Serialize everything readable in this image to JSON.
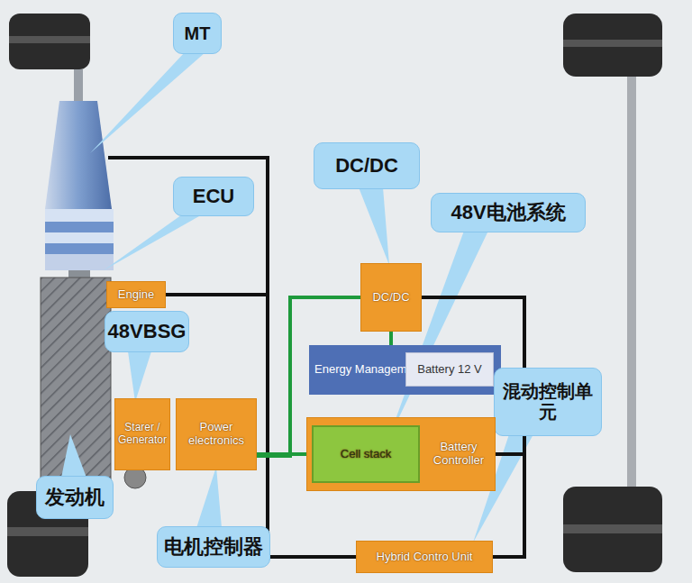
{
  "diagram": {
    "nodes": [
      {
        "text": [
          "MT"
        ]
      },
      {
        "text": [
          "ECU"
        ]
      },
      {
        "text": [
          "DC/DC"
        ]
      },
      {
        "text": [
          "48V电池系统"
        ]
      },
      {
        "text": [
          "DC/DC"
        ]
      },
      {
        "text": [
          "Engine"
        ]
      },
      {
        "text": [
          "48VBSG"
        ]
      },
      {
        "text": [
          "Energy Management"
        ]
      },
      {
        "text": [
          "Battery 12 V"
        ],
        "in": 7
      },
      {
        "text": [
          "混动控制单元"
        ]
      },
      {
        "text": [
          "Starer / Generator"
        ]
      },
      {
        "text": [
          "Power electronics"
        ]
      },
      {
        "text": [
          "Battery Controller"
        ]
      },
      {
        "text": [
          "Cell stack"
        ],
        "in": 12
      },
      {
        "text": [
          "发动机"
        ]
      },
      {
        "text": [
          "电机控制器"
        ]
      },
      {
        "text": [
          "Hybrid Contro Unit"
        ]
      }
    ],
    "edges": [
      {
        "from": 5,
        "to": 16,
        "arrow": "none"
      },
      {
        "from": 4,
        "to": 16,
        "arrow": "none"
      },
      {
        "from": 12,
        "to": 16,
        "arrow": "none"
      },
      {
        "from": 11,
        "to": 13,
        "arrow": "none"
      },
      {
        "from": 11,
        "to": 4,
        "arrow": "none"
      },
      {
        "from": 4,
        "to": 7,
        "arrow": "none"
      }
    ]
  }
}
